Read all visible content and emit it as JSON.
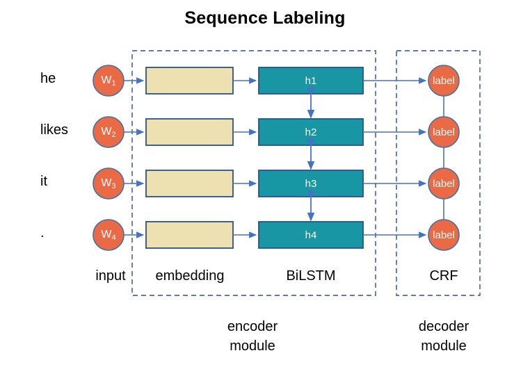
{
  "title": "Sequence Labeling",
  "colors": {
    "word_circle_fill": "#EA6A45",
    "word_circle_stroke": "#4472A8",
    "embedding_fill": "#EDE1B1",
    "embedding_stroke": "#2B5289",
    "bilstm_fill": "#1896A3",
    "bilstm_stroke": "#2B5289",
    "label_circle_fill": "#EA6A45",
    "label_circle_stroke": "#4472A8",
    "arrow": "#4472C4",
    "dashed_border": "#2B4B9B",
    "text": "#000000",
    "node_text": "#FFFFFF",
    "background": "#FFFFFF"
  },
  "rows": [
    {
      "word": "he",
      "token_main": "W",
      "token_sub": "1",
      "hidden": "h1",
      "label": "label"
    },
    {
      "word": "likes",
      "token_main": "W",
      "token_sub": "2",
      "hidden": "h2",
      "label": "label"
    },
    {
      "word": "it",
      "token_main": "W",
      "token_sub": "3",
      "hidden": "h3",
      "label": "label"
    },
    {
      "word": ".",
      "token_main": "W",
      "token_sub": "4",
      "hidden": "h4",
      "label": "label"
    }
  ],
  "column_captions": {
    "input": "input",
    "embedding": "embedding",
    "bilstm": "BiLSTM",
    "crf": "CRF"
  },
  "module_captions": {
    "encoder_line1": "encoder",
    "encoder_line2": "module",
    "decoder_line1": "decoder",
    "decoder_line2": "module"
  },
  "icons": {
    "arrow_right": "arrow-right-icon",
    "arrow_bidirectional": "arrow-bidirectional-icon",
    "connector_line": "connector-line-icon"
  }
}
